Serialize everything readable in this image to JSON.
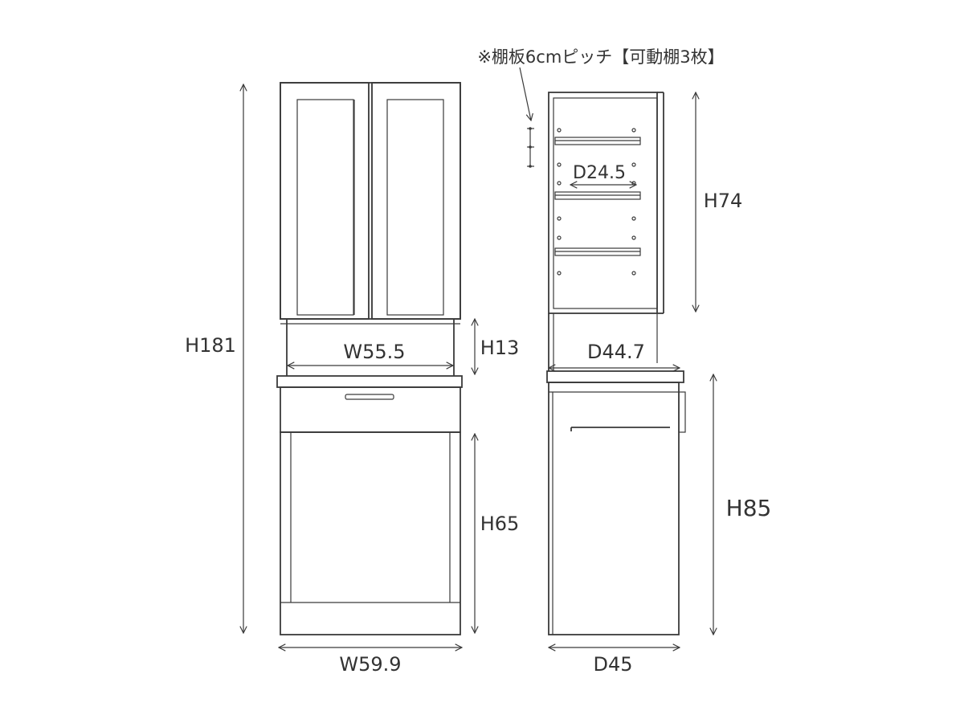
{
  "labels": {
    "front_height_total": "H181",
    "front_inner_width": "W55.5",
    "front_opening_height": "H13",
    "front_lower_height": "H65",
    "front_total_width": "W59.9",
    "side_note": "※棚板6cmピッチ【可動棚3枚】",
    "shelf_depth": "D24.5",
    "side_upper_height": "H74",
    "side_counter_depth": "D44.7",
    "side_lower_height": "H85",
    "side_total_depth": "D45"
  },
  "colors": {
    "line": "#3a3a3a",
    "text": "#333333",
    "background": "#ffffff"
  }
}
